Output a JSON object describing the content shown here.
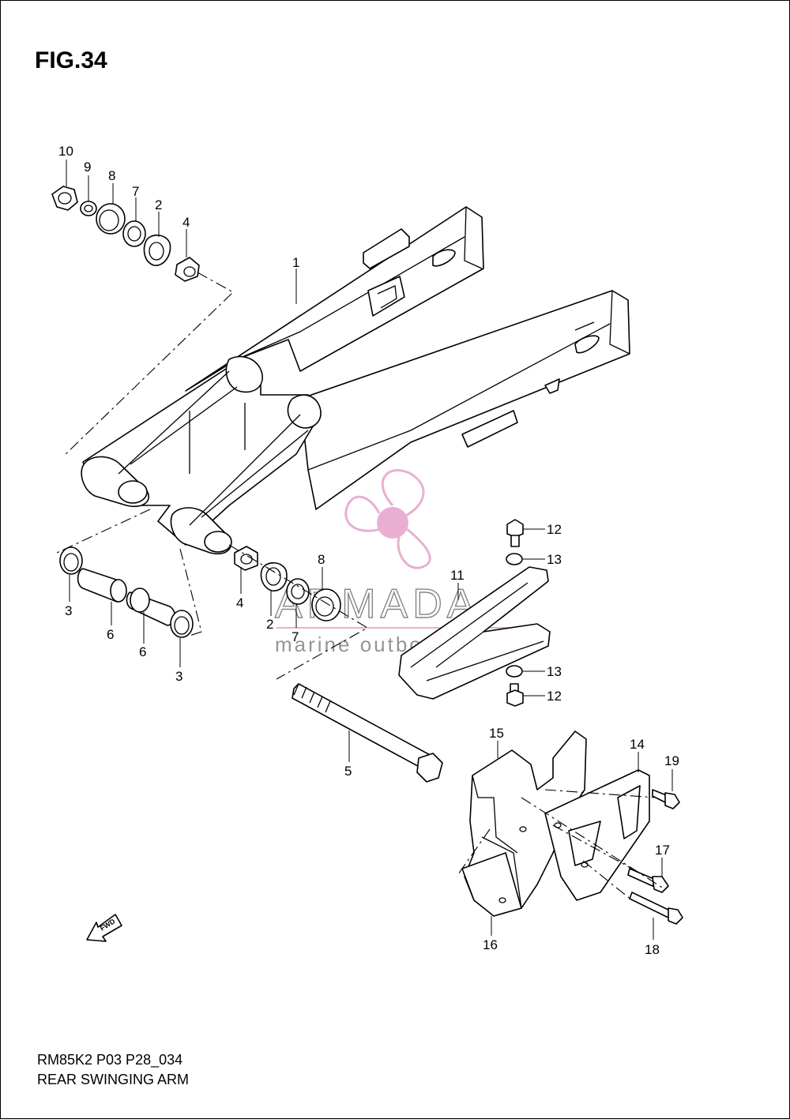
{
  "figure": {
    "title": "FIG.34",
    "code": "RM85K2 P03 P28_034",
    "name": "REAR SWINGING ARM",
    "fwd_label": "FWD"
  },
  "watermark": {
    "brand": "ARMADA",
    "tagline": "marine outboards",
    "accent_color": "#e8a6cf",
    "text_color": "#7a7a7a"
  },
  "callouts": [
    {
      "id": "c10",
      "label": "10"
    },
    {
      "id": "c9",
      "label": "9"
    },
    {
      "id": "c8a",
      "label": "8"
    },
    {
      "id": "c7a",
      "label": "7"
    },
    {
      "id": "c2a",
      "label": "2"
    },
    {
      "id": "c4a",
      "label": "4"
    },
    {
      "id": "c1",
      "label": "1"
    },
    {
      "id": "c12a",
      "label": "12"
    },
    {
      "id": "c13a",
      "label": "13"
    },
    {
      "id": "c11",
      "label": "11"
    },
    {
      "id": "c8b",
      "label": "8"
    },
    {
      "id": "c3a",
      "label": "3"
    },
    {
      "id": "c6a",
      "label": "6"
    },
    {
      "id": "c6b",
      "label": "6"
    },
    {
      "id": "c3b",
      "label": "3"
    },
    {
      "id": "c4b",
      "label": "4"
    },
    {
      "id": "c2b",
      "label": "2"
    },
    {
      "id": "c7b",
      "label": "7"
    },
    {
      "id": "c13b",
      "label": "13"
    },
    {
      "id": "c12b",
      "label": "12"
    },
    {
      "id": "c5",
      "label": "5"
    },
    {
      "id": "c15",
      "label": "15"
    },
    {
      "id": "c14",
      "label": "14"
    },
    {
      "id": "c19",
      "label": "19"
    },
    {
      "id": "c17",
      "label": "17"
    },
    {
      "id": "c16",
      "label": "16"
    },
    {
      "id": "c18",
      "label": "18"
    }
  ]
}
